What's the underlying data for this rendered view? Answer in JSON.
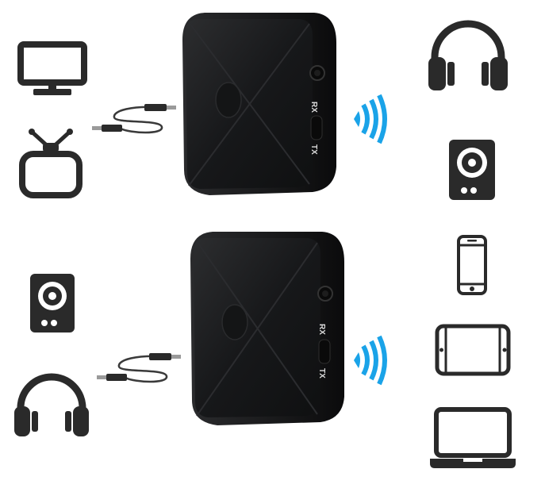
{
  "devices": [
    {
      "switch_rx_label": "RX",
      "switch_tx_label": "TX"
    },
    {
      "switch_rx_label": "RX",
      "switch_tx_label": "TX"
    }
  ],
  "icon_names": {
    "top_left": [
      "monitor-icon",
      "tv-icon"
    ],
    "top_right": [
      "headphones-icon",
      "speaker-icon"
    ],
    "bottom_left": [
      "speaker-icon",
      "headphones-icon"
    ],
    "bottom_right": [
      "smartphone-icon",
      "tablet-icon",
      "laptop-icon"
    ],
    "middle": [
      "audio-cable-icon",
      "wireless-signal-icon"
    ]
  },
  "colors": {
    "icon": "#2a2a2a",
    "device": "#161718",
    "signal": "#1aa3e8"
  }
}
